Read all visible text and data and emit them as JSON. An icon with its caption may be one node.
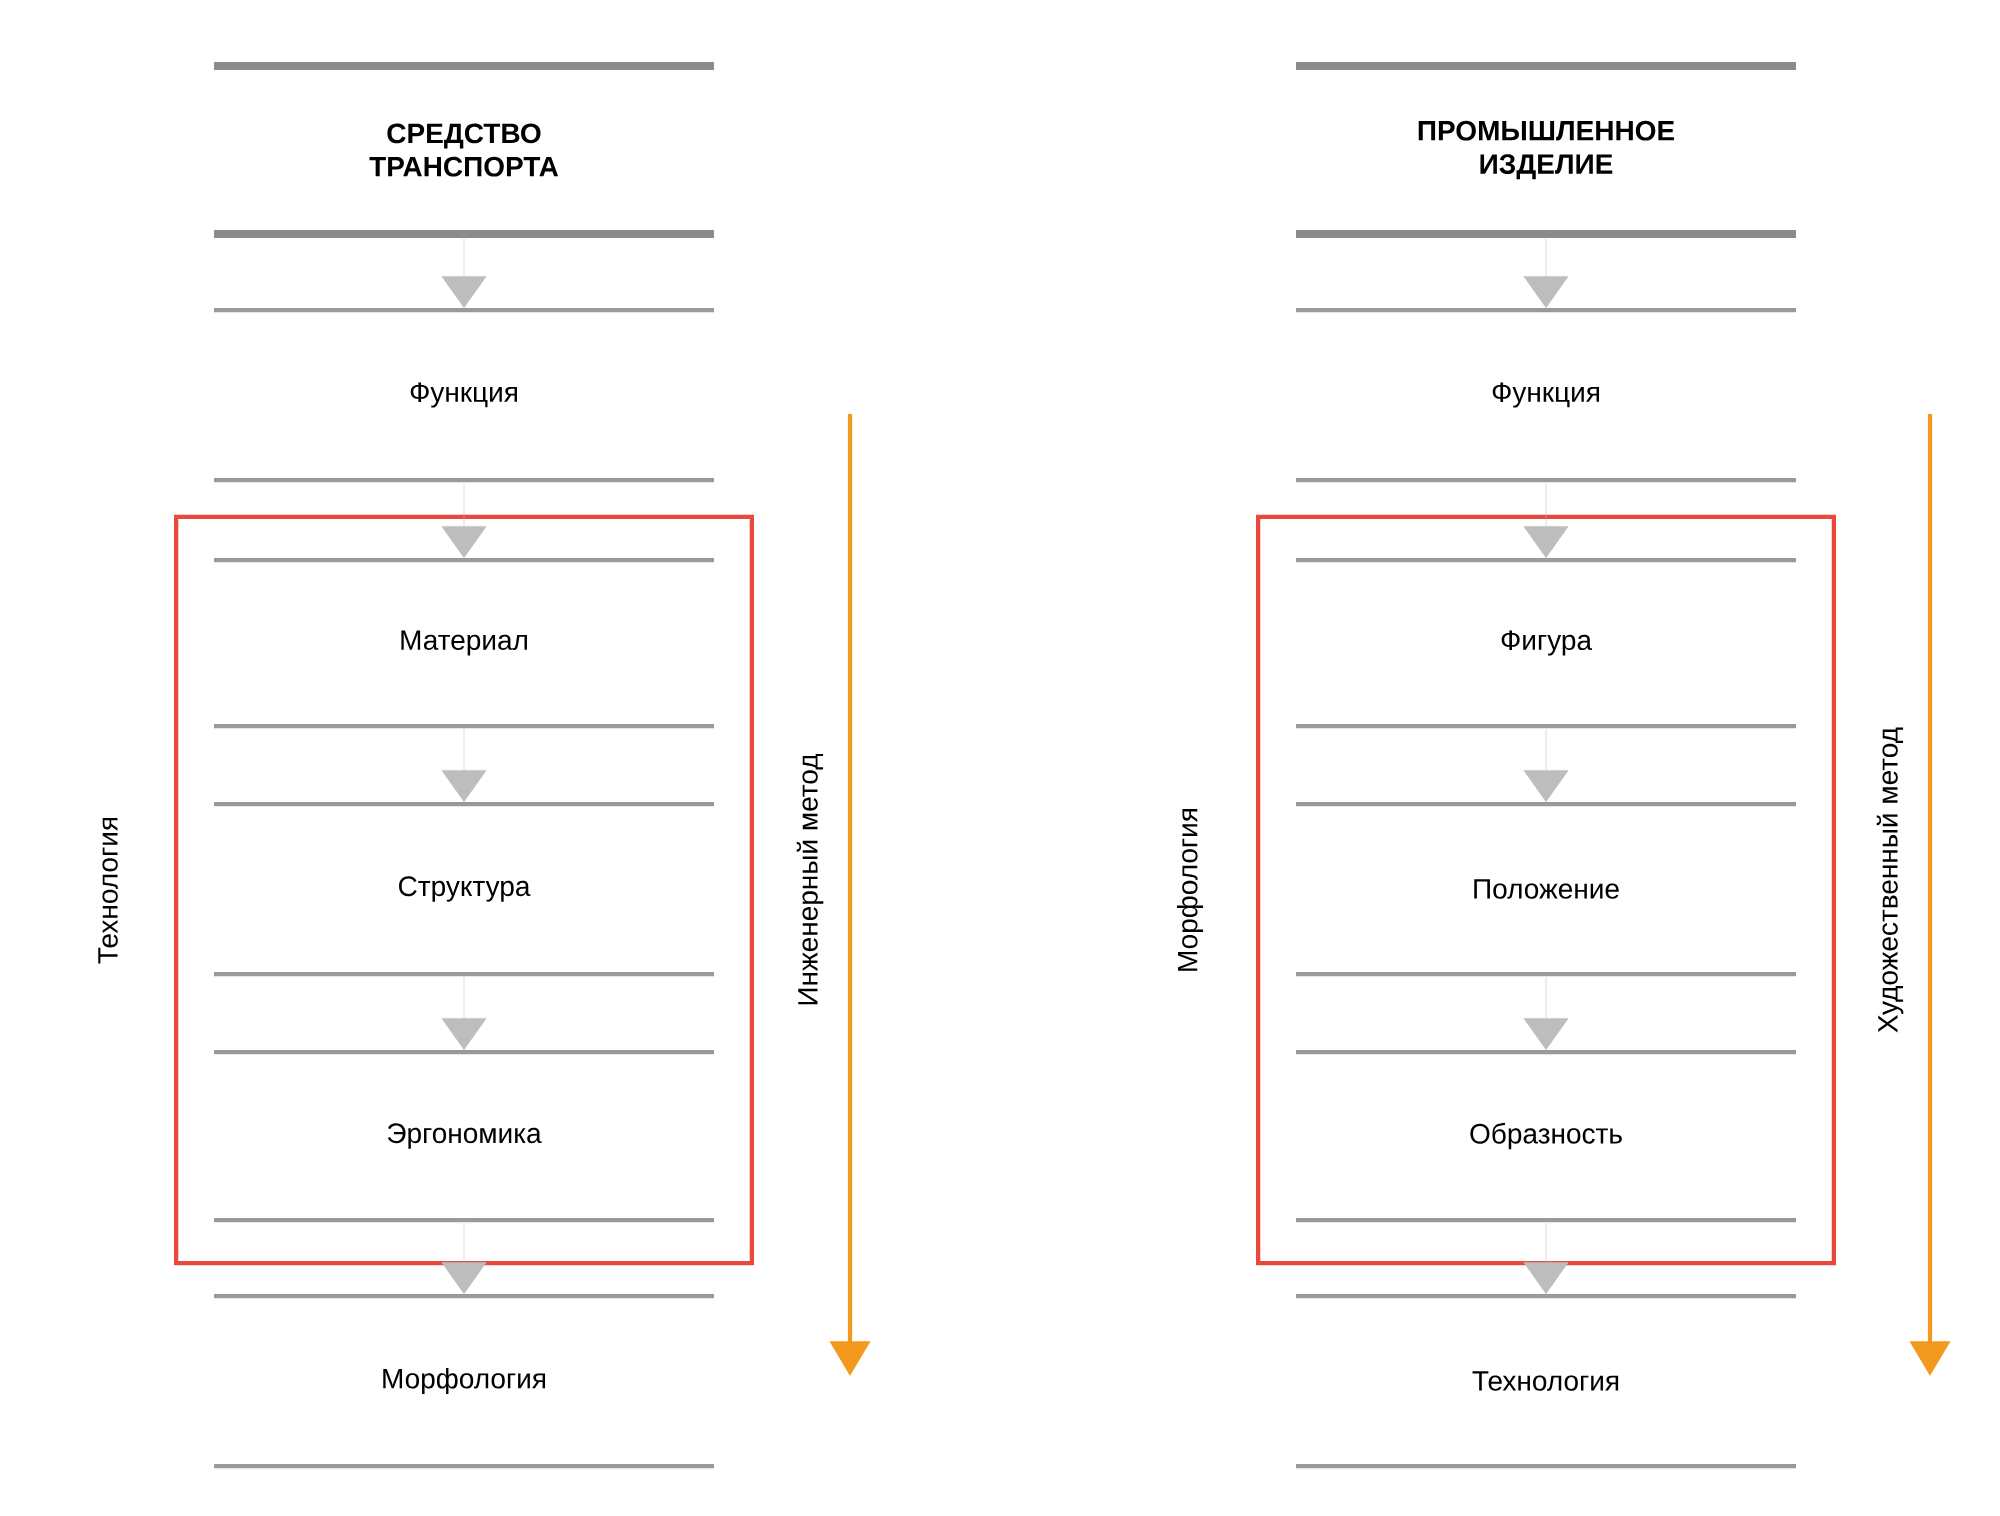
{
  "diagram": {
    "nodes": [
      {
        "text": [
          "СРЕДСТВО ТРАНСПОРТА"
        ]
      },
      {
        "text": [
          "Функция"
        ]
      },
      {
        "text": [
          "Технология"
        ]
      },
      {
        "text": [
          "Материал"
        ],
        "in": 2
      },
      {
        "text": [
          "Структура"
        ],
        "in": 2
      },
      {
        "text": [
          "Эргономика"
        ],
        "in": 2
      },
      {
        "text": [
          "Морфология"
        ]
      },
      {
        "text": [
          "ПРОМЫШЛЕННОЕ ИЗДЕЛИЕ"
        ]
      },
      {
        "text": [
          "Функция"
        ]
      },
      {
        "text": [
          "Морфология"
        ]
      },
      {
        "text": [
          "Фигура"
        ],
        "in": 9
      },
      {
        "text": [
          "Положение"
        ],
        "in": 9
      },
      {
        "text": [
          "Образность"
        ],
        "in": 9
      },
      {
        "text": [
          "Технология"
        ]
      }
    ],
    "edges": [
      {
        "from": 0,
        "to": 1,
        "arrow": "to"
      },
      {
        "from": 1,
        "to": 3,
        "arrow": "to"
      },
      {
        "from": 3,
        "to": 4,
        "arrow": "to"
      },
      {
        "from": 4,
        "to": 5,
        "arrow": "to"
      },
      {
        "from": 5,
        "to": 6,
        "arrow": "to"
      },
      {
        "from": 7,
        "to": 8,
        "arrow": "to"
      },
      {
        "from": 8,
        "to": 10,
        "arrow": "to"
      },
      {
        "from": 10,
        "to": 11,
        "arrow": "to"
      },
      {
        "from": 11,
        "to": 12,
        "arrow": "to"
      },
      {
        "from": 12,
        "to": 13,
        "arrow": "to"
      }
    ],
    "labels": [
      "Инженерный метод",
      "Художественный метод"
    ]
  }
}
